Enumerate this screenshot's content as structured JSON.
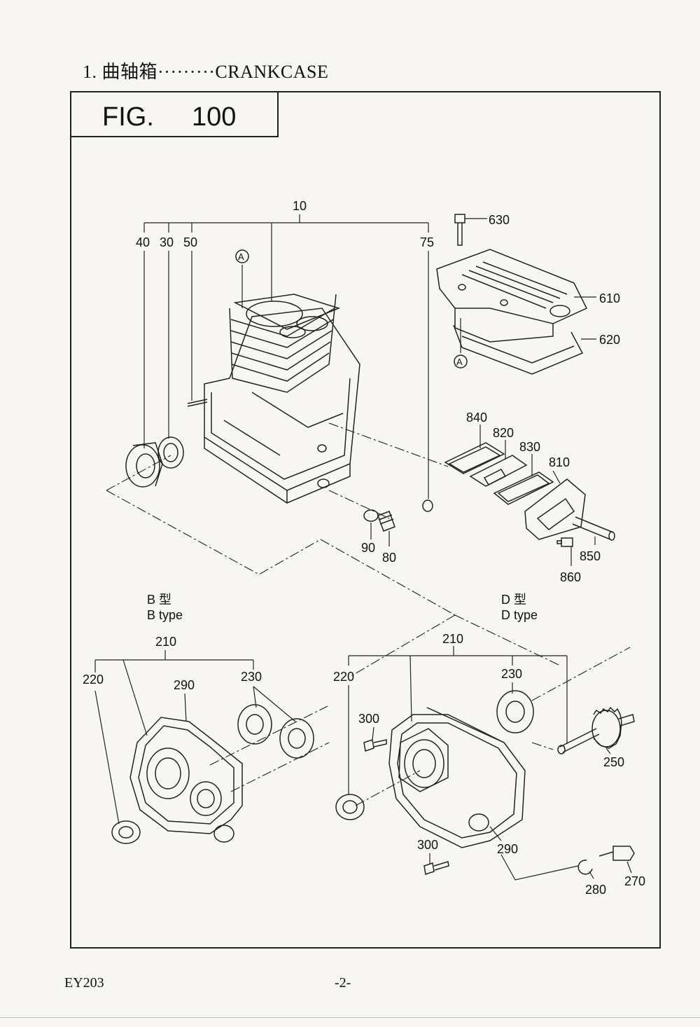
{
  "page": {
    "section_title": "1. 曲轴箱·········CRANKCASE",
    "footer_model": "EY203",
    "footer_page": "-2-"
  },
  "figure": {
    "label": "FIG.",
    "number": "100"
  },
  "callouts": {
    "p10": "10",
    "p30": "30",
    "p40": "40",
    "p50": "50",
    "p75": "75",
    "p80": "80",
    "p90": "90",
    "p610": "610",
    "p620": "620",
    "p630": "630",
    "p810": "810",
    "p820": "820",
    "p830": "830",
    "p840": "840",
    "p850": "850",
    "p860": "860",
    "ref_a": "A",
    "b_p210": "210",
    "b_p220": "220",
    "b_p230": "230",
    "b_p290": "290",
    "d_p210": "210",
    "d_p220": "220",
    "d_p230": "230",
    "d_p250": "250",
    "d_p270": "270",
    "d_p280": "280",
    "d_p290": "290",
    "d_p300a": "300",
    "d_p300b": "300"
  },
  "variants": {
    "b_cn": "B 型",
    "b_en": "B type",
    "d_cn": "D 型",
    "d_en": "D type"
  }
}
